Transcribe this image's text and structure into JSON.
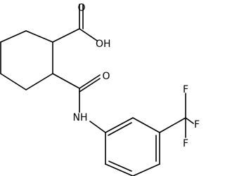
{
  "molecule": {
    "atoms": {
      "hydroxyl": "OH",
      "acid_oxygen": "O",
      "amide_oxygen": "O",
      "amide_nitrogen": "NH",
      "fluorine_top": "F",
      "fluorine_right": "F",
      "fluorine_bottom": "F"
    }
  }
}
